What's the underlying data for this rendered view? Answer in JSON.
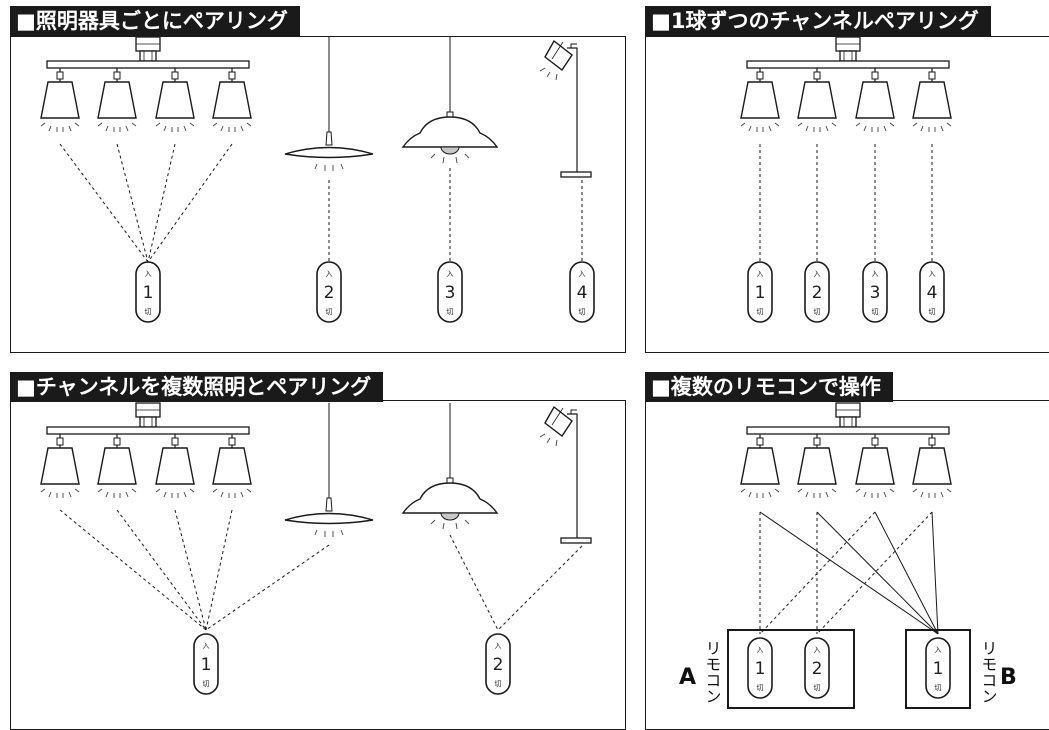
{
  "panels": [
    {
      "id": "p1",
      "title": "■照明器具ごとにペアリング"
    },
    {
      "id": "p2",
      "title": "■1球ずつのチャンネルペアリング"
    },
    {
      "id": "p3",
      "title": "■チャンネルを複数照明とペアリング"
    },
    {
      "id": "p4",
      "title": "■複数のリモコンで操作"
    }
  ],
  "switch": {
    "on_label": "入",
    "off_label": "切"
  },
  "p1_channels": [
    "1",
    "2",
    "3",
    "4"
  ],
  "p2_channels": [
    "1",
    "2",
    "3",
    "4"
  ],
  "p3_channels": [
    "1",
    "2"
  ],
  "p4": {
    "remote_a": {
      "letter": "A",
      "caption": "リモコン",
      "channels": [
        "1",
        "2"
      ]
    },
    "remote_b": {
      "letter": "B",
      "caption": "リモコン",
      "channels": [
        "1"
      ]
    }
  }
}
